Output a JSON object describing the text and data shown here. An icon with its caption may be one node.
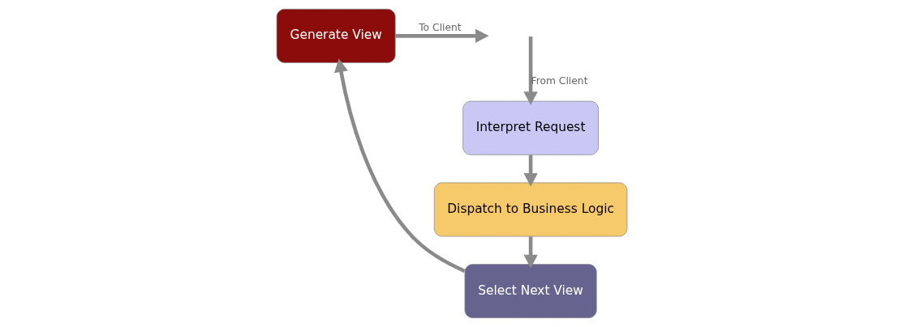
{
  "diagram": {
    "nodes": [
      {
        "text": [
          "Interpret Request"
        ]
      },
      {
        "text": [
          "Dispatch to Business Logic"
        ]
      },
      {
        "text": [
          "Select Next View"
        ]
      },
      {
        "text": [
          "Generate View"
        ]
      }
    ],
    "edges": [
      {
        "from": null,
        "to": 0,
        "arrow": "to",
        "label": "From Client"
      },
      {
        "from": 0,
        "to": 1,
        "arrow": "to"
      },
      {
        "from": 1,
        "to": 2,
        "arrow": "to"
      },
      {
        "from": 2,
        "to": 3,
        "arrow": "to"
      },
      {
        "from": 3,
        "to": null,
        "arrow": "to",
        "label": "To Client"
      }
    ]
  }
}
